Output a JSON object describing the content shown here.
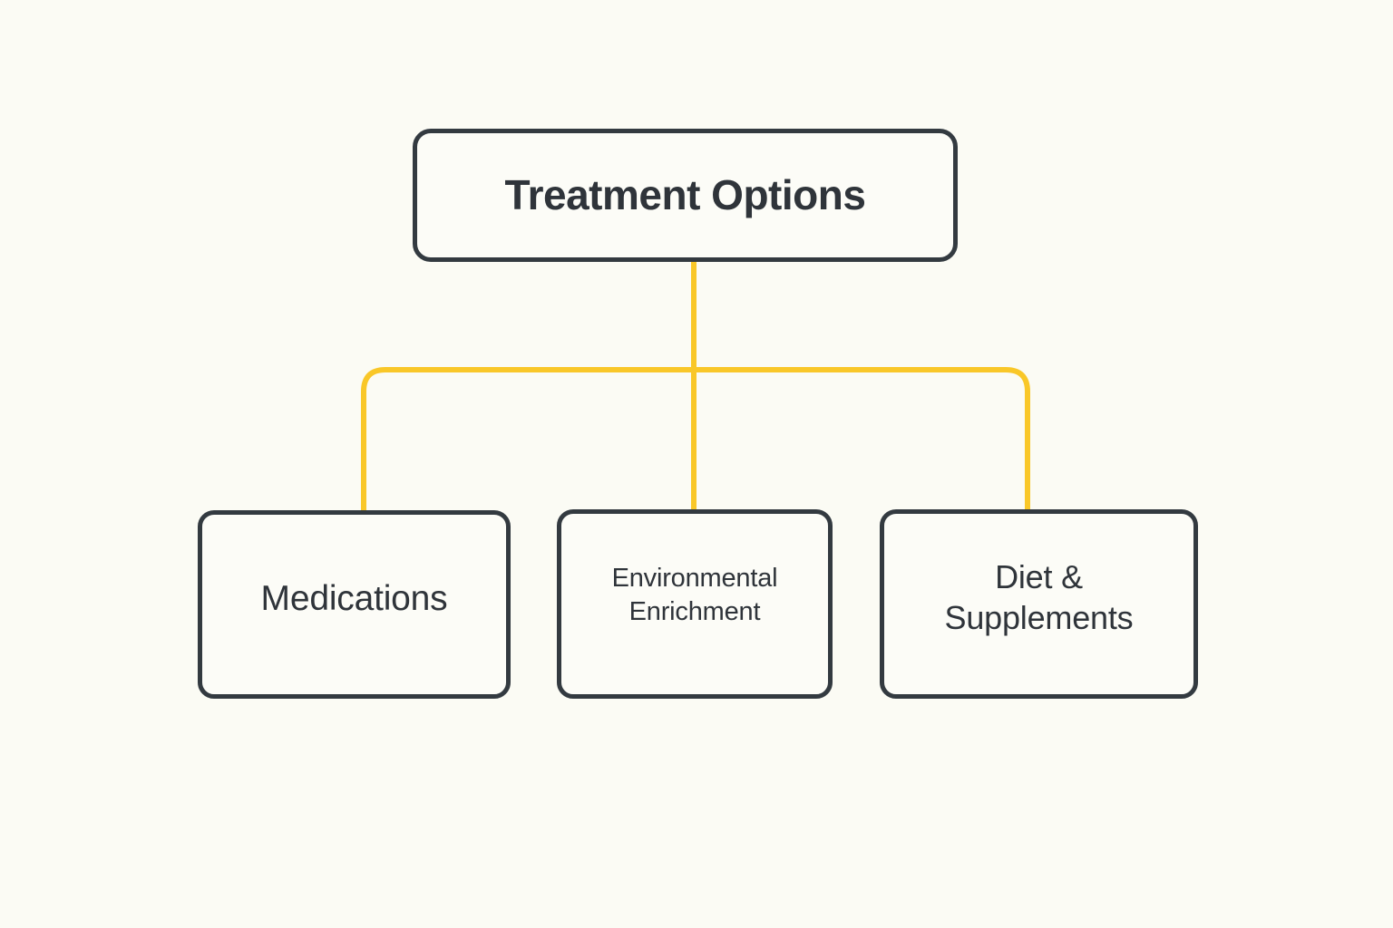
{
  "diagram": {
    "title": "Treatment Options",
    "type": "tree",
    "orientation": "top-down",
    "background_color": "#FBFBF4",
    "node_fill_color": "#FCFCF7",
    "node_border_color": "#333A40",
    "connector_color": "#F9C728",
    "text_color": "#2F343A",
    "root": {
      "id": "root",
      "label": "Treatment Options",
      "lines": [
        "Treatment Options"
      ]
    },
    "children": [
      {
        "id": "medications",
        "label": "Medications",
        "lines": [
          "Medications"
        ]
      },
      {
        "id": "environmental-enrichment",
        "label": "Environmental Enrichment",
        "lines": [
          "Environmental",
          "Enrichment"
        ]
      },
      {
        "id": "diet-supplements",
        "label": "Diet & Supplements",
        "lines": [
          "Diet &",
          "Supplements"
        ]
      }
    ]
  }
}
